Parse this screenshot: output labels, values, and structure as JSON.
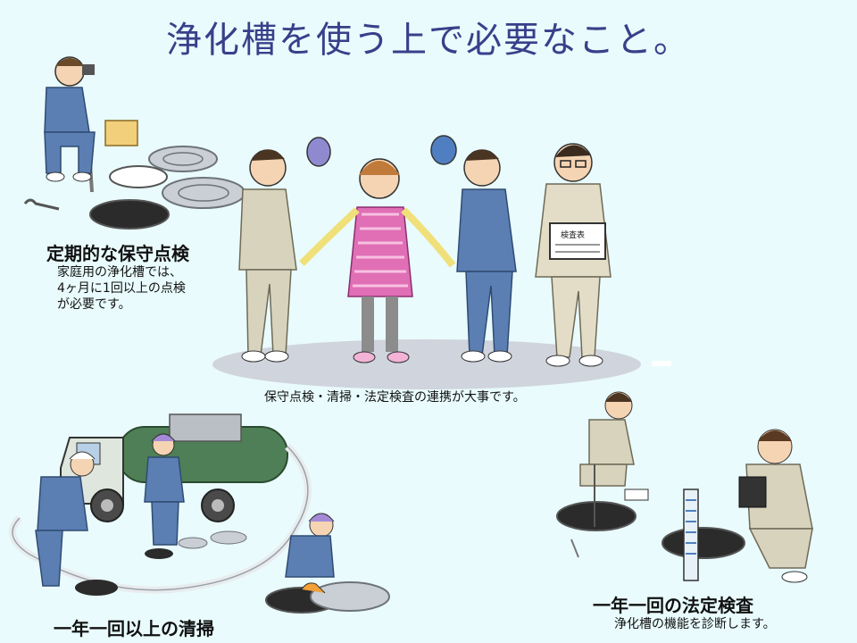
{
  "slide": {
    "title": "浄化槽を使う上で必要なこと。",
    "inspection": {
      "heading": "定期的な保守点検",
      "description": "家庭用の浄化槽では、\n4ヶ月に1回以上の点検\nが必要です。"
    },
    "cooperation_caption": "保守点検・清掃・法定検査の連携が大事です。",
    "cleaning": {
      "heading": "一年一回以上の清掃"
    },
    "legal_inspection": {
      "heading": "一年一回の法定検査",
      "description": "浄化槽の機能を診断します。"
    },
    "clipboard_text": "検査表",
    "colors": {
      "background": "#e9fbfc",
      "title": "#3a3f8a",
      "work_blue": "#5b7fb3",
      "work_beige": "#d8d3bd",
      "truck_green": "#4f7f56"
    }
  }
}
